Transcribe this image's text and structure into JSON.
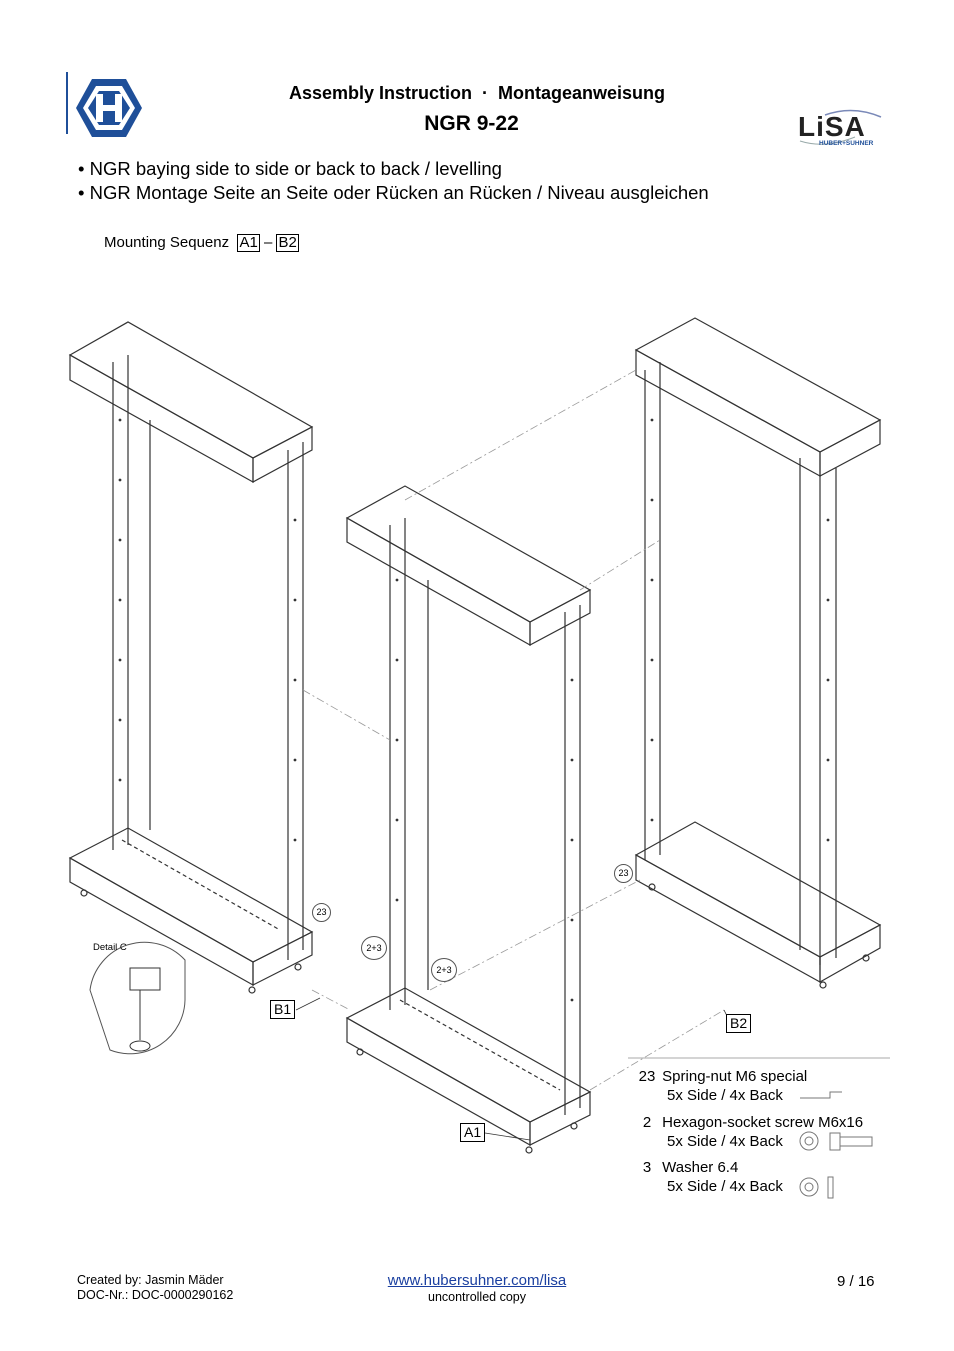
{
  "header": {
    "title": "Assembly Instruction  ·  Montageanweisung",
    "model": "NGR 9-22",
    "logo_left": "hexagon-H-logo",
    "logo_right_text": "LiSA",
    "logo_right_subtext": "HUBER+SUHNER"
  },
  "bullets": [
    "NGR baying side to side or back to back / levelling",
    "NGR Montage Seite an Seite oder Rücken an Rücken / Niveau ausgleichen"
  ],
  "sequence": {
    "label": "Mounting Sequenz",
    "from": "A1",
    "dash": "–",
    "to": "B2"
  },
  "figure": {
    "detail_label": "Detail C",
    "callouts": {
      "a1": "A1",
      "b1": "B1",
      "b2": "B2",
      "c23a": "23",
      "c23b": "23",
      "c23c": "2+3",
      "c23d": "2+3"
    }
  },
  "parts": [
    {
      "num": "23",
      "name": "Spring-nut M6 special",
      "qty": "5x Side / 4x Back"
    },
    {
      "num": "2",
      "name": "Hexagon-socket screw M6x16",
      "qty": "5x Side / 4x Back"
    },
    {
      "num": "3",
      "name": "Washer 6.4",
      "qty": "5x Side / 4x Back"
    }
  ],
  "footer": {
    "created": "Created by: Jasmin Mäder",
    "doc": "DOC-Nr.: DOC-0000290162",
    "url": "www.hubersuhner.com/lisa",
    "copy": "uncontrolled copy",
    "page": "9 / 16"
  },
  "colors": {
    "logo_blue": "#1f4f99",
    "link": "#1a3fa0"
  }
}
